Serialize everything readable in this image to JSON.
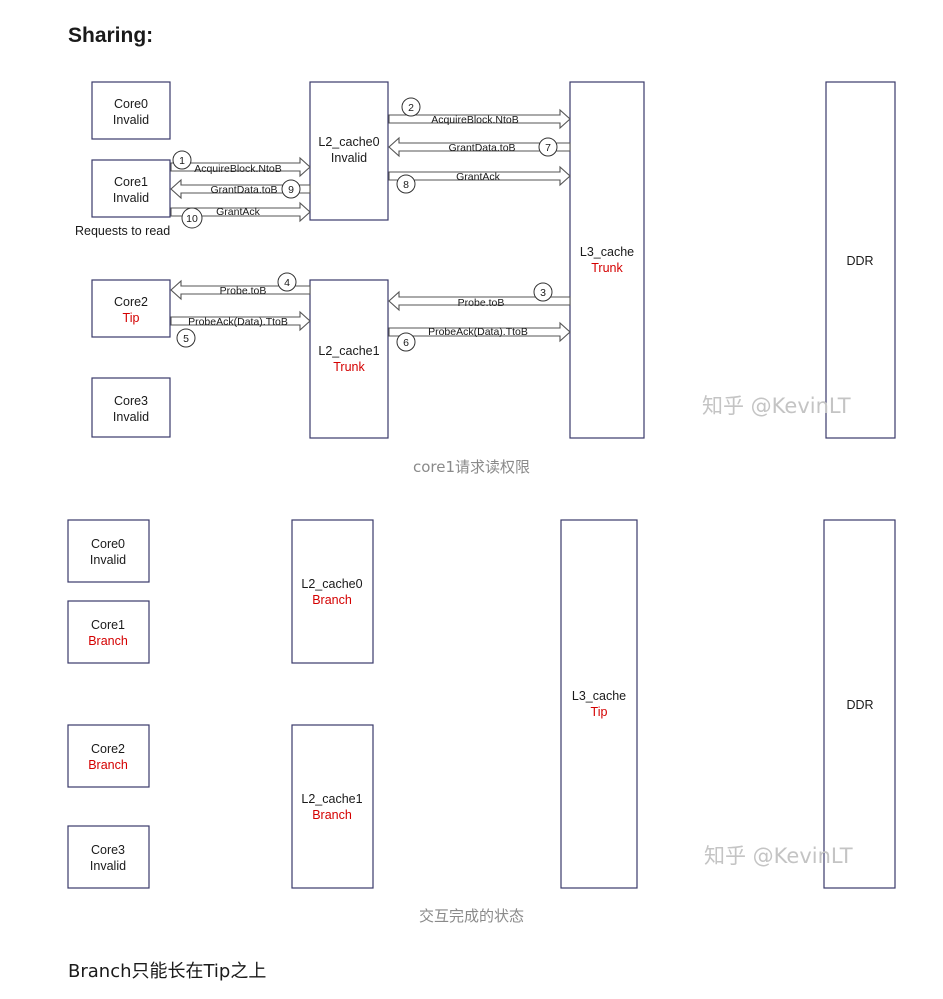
{
  "heading": "Sharing:",
  "diagram1": {
    "caption": "core1请求读权限",
    "watermark": "知乎 @KevinLT",
    "cores": [
      {
        "name": "Core0",
        "state": "Invalid",
        "color": "#1a1a1a"
      },
      {
        "name": "Core1",
        "state": "Invalid",
        "color": "#1a1a1a"
      },
      {
        "name": "Core2",
        "state": "Tip",
        "color": "#d40000"
      },
      {
        "name": "Core3",
        "state": "Invalid",
        "color": "#1a1a1a"
      }
    ],
    "requests_note": "Requests to read",
    "l2": [
      {
        "name": "L2_cache0",
        "state": "Invalid",
        "color": "#1a1a1a"
      },
      {
        "name": "L2_cache1",
        "state": "Trunk",
        "color": "#d40000"
      }
    ],
    "l3": {
      "name": "L3_cache",
      "state": "Trunk",
      "color": "#d40000"
    },
    "ddr": "DDR",
    "messages": [
      {
        "step": "1",
        "label": "AcquireBlock.NtoB"
      },
      {
        "step": "2",
        "label": "AcquireBlock.NtoB"
      },
      {
        "step": "3",
        "label": "Probe.toB"
      },
      {
        "step": "4",
        "label": "Probe.toB"
      },
      {
        "step": "5",
        "label": "ProbeAck(Data).TtoB"
      },
      {
        "step": "6",
        "label": "ProbeAck(Data).TtoB"
      },
      {
        "step": "7",
        "label": "GrantData.toB"
      },
      {
        "step": "8",
        "label": "GrantAck"
      },
      {
        "step": "9",
        "label": "GrantData.toB"
      },
      {
        "step": "10",
        "label": "GrantAck"
      }
    ]
  },
  "diagram2": {
    "caption": "交互完成的状态",
    "watermark": "知乎 @KevinLT",
    "cores": [
      {
        "name": "Core0",
        "state": "Invalid",
        "color": "#1a1a1a"
      },
      {
        "name": "Core1",
        "state": "Branch",
        "color": "#d40000"
      },
      {
        "name": "Core2",
        "state": "Branch",
        "color": "#d40000"
      },
      {
        "name": "Core3",
        "state": "Invalid",
        "color": "#1a1a1a"
      }
    ],
    "l2": [
      {
        "name": "L2_cache0",
        "state": "Branch",
        "color": "#d40000"
      },
      {
        "name": "L2_cache1",
        "state": "Branch",
        "color": "#d40000"
      }
    ],
    "l3": {
      "name": "L3_cache",
      "state": "Tip",
      "color": "#d40000"
    },
    "ddr": "DDR"
  },
  "footer": "Branch只能长在Tip之上",
  "colors": {
    "box_stroke": "#3a3a6a",
    "state_red": "#d40000",
    "caption": "#8a8a8a"
  }
}
